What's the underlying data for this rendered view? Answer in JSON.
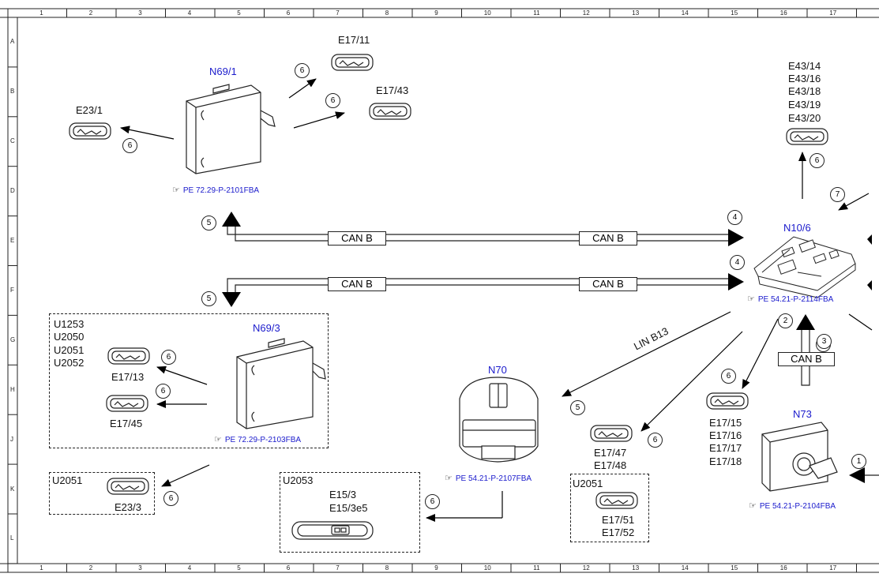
{
  "grid": {
    "columns": [
      "1",
      "2",
      "3",
      "4",
      "5",
      "6",
      "7",
      "8",
      "9",
      "10",
      "11",
      "12",
      "13",
      "14",
      "15",
      "16",
      "17"
    ],
    "rows": [
      "A",
      "B",
      "C",
      "D",
      "E",
      "F",
      "G",
      "H",
      "J",
      "K",
      "L"
    ]
  },
  "components": {
    "n69_1": {
      "name": "N69/1",
      "ref": "PE 72.29-P-2101FBA"
    },
    "n69_3": {
      "name": "N69/3",
      "ref": "PE 72.29-P-2103FBA"
    },
    "n10_6": {
      "name": "N10/6",
      "ref": "PE 54.21-P-2114FBA"
    },
    "n70": {
      "name": "N70",
      "ref": "PE 54.21-P-2107FBA"
    },
    "n73": {
      "name": "N73",
      "ref": "PE 54.21-P-2104FBA"
    }
  },
  "labels": {
    "e17_11": "E17/11",
    "e17_43": "E17/43",
    "e23_1": "E23/1",
    "e43": [
      "E43/14",
      "E43/16",
      "E43/18",
      "E43/19",
      "E43/20"
    ],
    "u_codes": [
      "U1253",
      "U2050",
      "U2051",
      "U2052"
    ],
    "e17_13": "E17/13",
    "e17_45": "E17/45",
    "u2051_a": "U2051",
    "e23_3": "E23/3",
    "u2053": "U2053",
    "e15": [
      "E15/3",
      "E15/3e5"
    ],
    "e17_47_48": [
      "E17/47",
      "E17/48"
    ],
    "u2051_b": "U2051",
    "e17_51_52": [
      "E17/51",
      "E17/52"
    ],
    "e17_15_18": [
      "E17/15",
      "E17/16",
      "E17/17",
      "E17/18"
    ],
    "lin_b13": "LIN B13"
  },
  "bus_labels": {
    "can_b": "CAN B"
  },
  "callouts": [
    "1",
    "2",
    "3",
    "4",
    "5",
    "6",
    "7"
  ]
}
